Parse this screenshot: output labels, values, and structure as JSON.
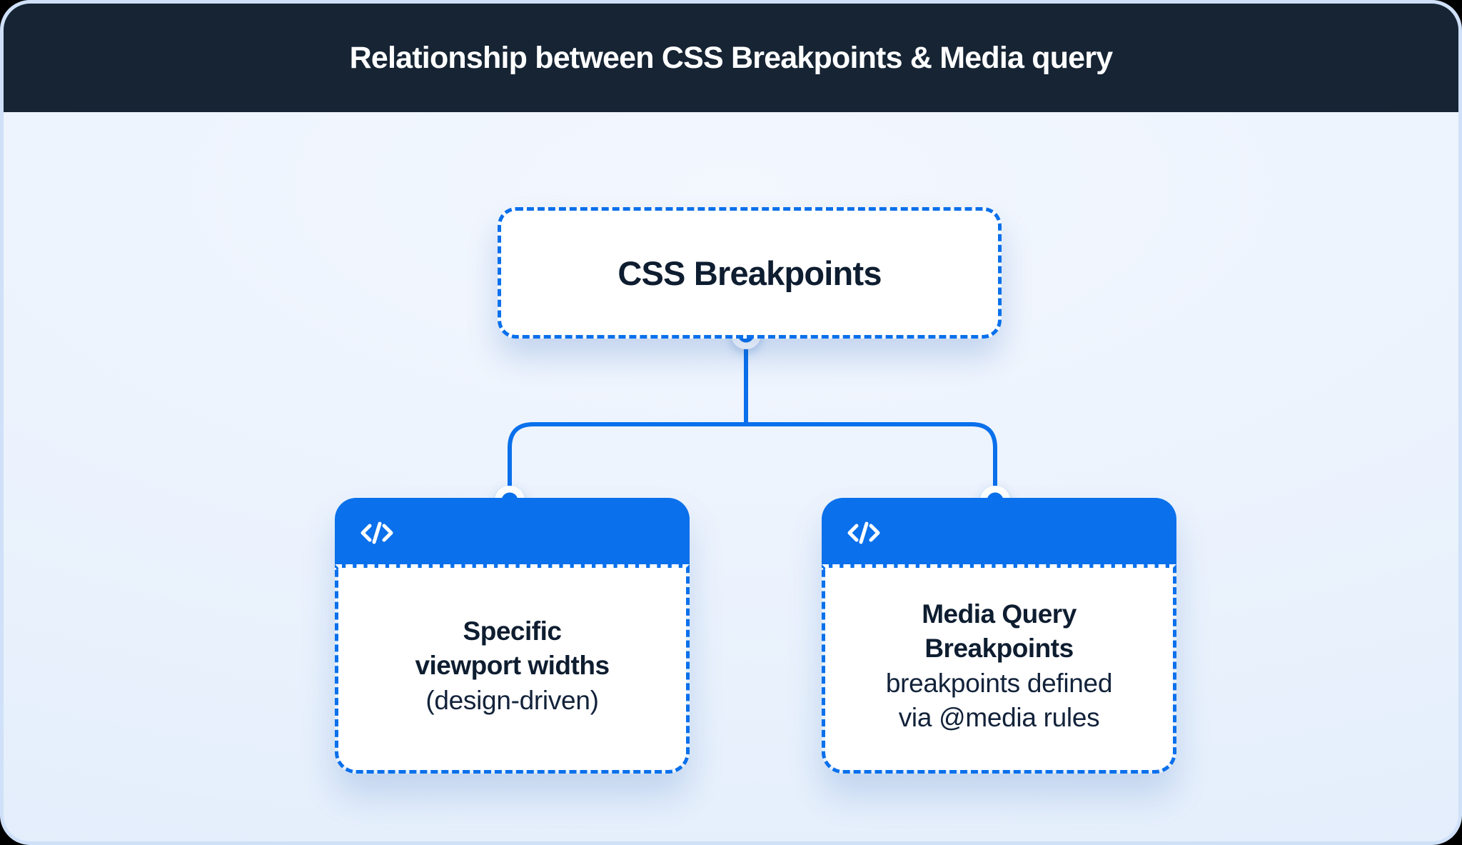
{
  "page": {
    "title": "Relationship between CSS Breakpoints & Media query"
  },
  "colors": {
    "accent_blue": "#0A70EB",
    "header_navy": "#162434",
    "canvas_light_blue": "#EAF2FC",
    "card_white": "#FFFFFF",
    "text_dark_navy": "#0E1D30",
    "page_edge_light": "#CFE0F8"
  },
  "diagram": {
    "root": {
      "label": "CSS Breakpoints"
    },
    "children": [
      {
        "icon": "code-icon",
        "title_lines": [
          "Specific",
          "viewport widths"
        ],
        "subtitle_lines": [
          "(design-driven)"
        ]
      },
      {
        "icon": "code-icon",
        "title_lines": [
          "Media Query",
          "Breakpoints"
        ],
        "subtitle_lines": [
          "breakpoints defined",
          "via @media rules"
        ]
      }
    ]
  }
}
